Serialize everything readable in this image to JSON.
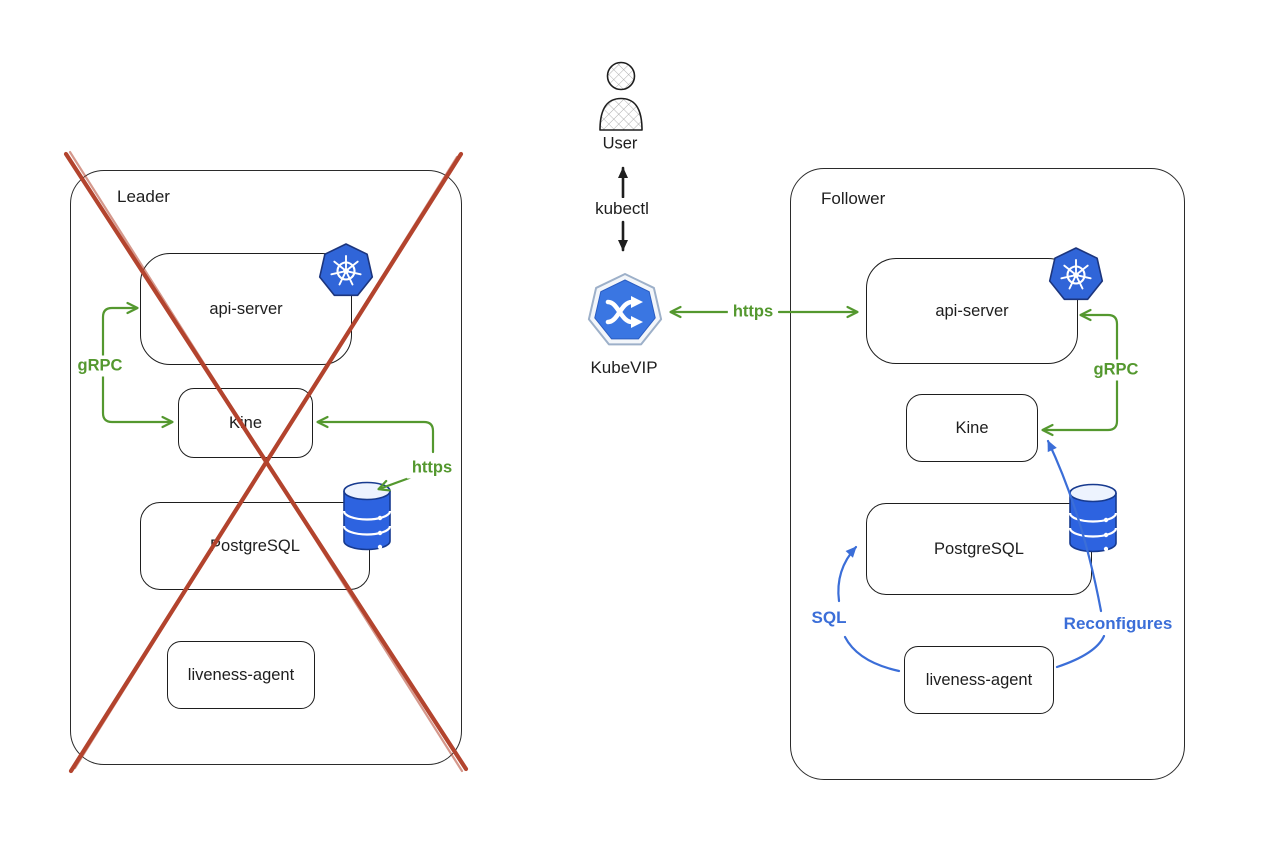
{
  "leader": {
    "title": "Leader",
    "api_server": "api-server",
    "kine": "Kine",
    "postgresql": "PostgreSQL",
    "liveness_agent": "liveness-agent",
    "grpc": "gRPC",
    "https": "https"
  },
  "follower": {
    "title": "Follower",
    "api_server": "api-server",
    "kine": "Kine",
    "postgresql": "PostgreSQL",
    "liveness_agent": "liveness-agent",
    "grpc": "gRPC",
    "sql": "SQL",
    "reconfigures": "Reconfigures"
  },
  "center": {
    "user": "User",
    "kubectl": "kubectl",
    "kubevip": "KubeVIP",
    "https": "https"
  },
  "icons": {
    "user": "user-person-icon",
    "kubevip": "kubevip-crossed-arrows-icon",
    "kubernetes": "kubernetes-helm-wheel-icon",
    "database": "database-cylinder-icon",
    "failure": "red-cross-failure-icon"
  },
  "colors": {
    "arrow_green": "#54982f",
    "arrow_blue": "#3b6ed8",
    "failure_red": "#b3442e",
    "kubernetes_blue": "#3065d8",
    "kubevip_blue": "#3a76e2",
    "database_blue": "#2d63e0",
    "stroke_dark": "#1e1e1e"
  }
}
